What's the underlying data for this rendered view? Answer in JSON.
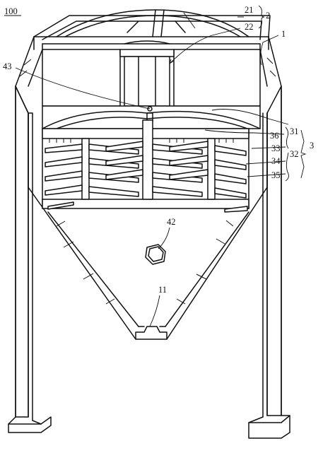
{
  "figure_number": "100",
  "labels": {
    "l21": "21",
    "l2": "2",
    "l22": "22",
    "l1": "1",
    "l43": "43",
    "l31": "31",
    "l3": "3",
    "l36": "36",
    "l33": "33",
    "l32": "32",
    "l34": "34",
    "l35": "35",
    "l42": "42",
    "l11": "11"
  }
}
